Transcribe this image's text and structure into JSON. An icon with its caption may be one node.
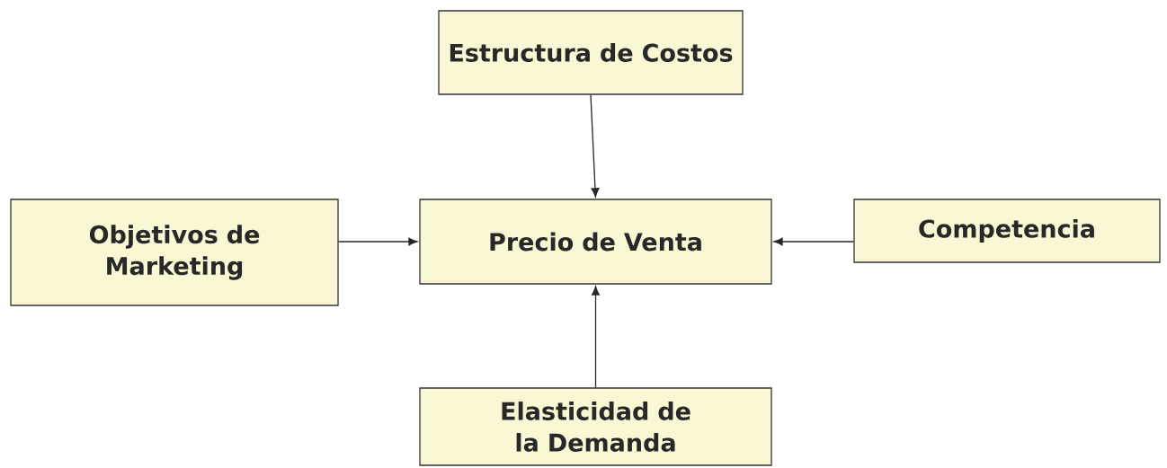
{
  "diagram": {
    "nodes": [
      {
        "text": [
          "Estructura de Costos"
        ]
      },
      {
        "text": [
          "Objetivos de Marketing"
        ]
      },
      {
        "text": [
          "Precio de Venta"
        ]
      },
      {
        "text": [
          "Competencia"
        ]
      },
      {
        "text": [
          "Elasticidad de la Demanda"
        ]
      }
    ],
    "edges": [
      {
        "from": 0,
        "to": 2,
        "arrow": "to"
      },
      {
        "from": 1,
        "to": 2,
        "arrow": "to"
      },
      {
        "from": 3,
        "to": 2,
        "arrow": "to"
      },
      {
        "from": 4,
        "to": 2,
        "arrow": "to"
      }
    ]
  }
}
